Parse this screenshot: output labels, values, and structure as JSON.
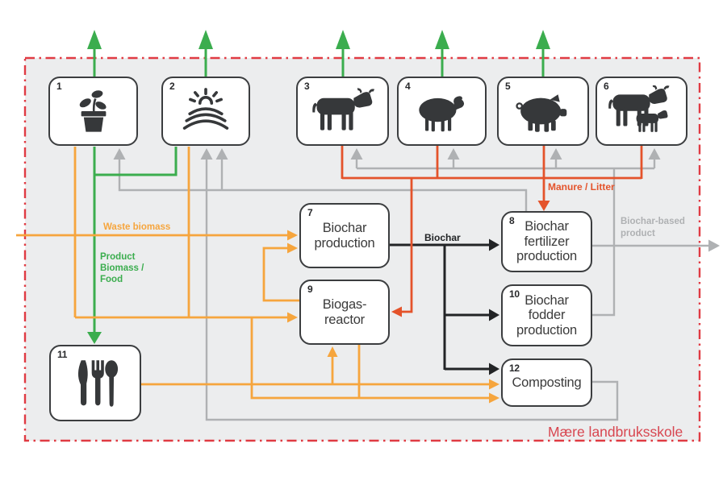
{
  "frame": {
    "site_label": "Mære landbruksskole"
  },
  "flow_labels": {
    "waste_biomass": "Waste biomass",
    "product_biomass": {
      "line1": "Product",
      "line2": "Biomass /",
      "line3": "Food"
    },
    "manure_litter": "Manure / Litter",
    "biochar": "Biochar",
    "biochar_based": {
      "line1": "Biochar-based",
      "line2": "product"
    }
  },
  "nodes": {
    "plant": {
      "num": "1",
      "icon": "plant-icon"
    },
    "field": {
      "num": "2",
      "icon": "field-icon"
    },
    "cow": {
      "num": "3",
      "icon": "cow-icon"
    },
    "sheep": {
      "num": "4",
      "icon": "sheep-icon"
    },
    "pig": {
      "num": "5",
      "icon": "pig-icon"
    },
    "cattle": {
      "num": "6",
      "icon": "cattle-pair-icon"
    },
    "biochar_production": {
      "num": "7",
      "label": "Biochar\nproduction"
    },
    "biochar_fertilizer": {
      "num": "8",
      "label": "Biochar\nfertilizer\nproduction"
    },
    "biogas_reactor": {
      "num": "9",
      "label": "Biogas-\nreactor"
    },
    "biochar_fodder": {
      "num": "10",
      "label": "Biochar\nfodder\nproduction"
    },
    "food": {
      "num": "11",
      "icon": "cutlery-icon"
    },
    "composting": {
      "num": "12",
      "label": "Composting"
    }
  },
  "colors": {
    "panel_bg": "#ECEDEE",
    "boundary_red": "#E03B43",
    "green": "#3BAD4E",
    "orange": "#F6A53D",
    "red_orange": "#E4532B",
    "gray": "#AFB1B3",
    "black": "#222426"
  }
}
